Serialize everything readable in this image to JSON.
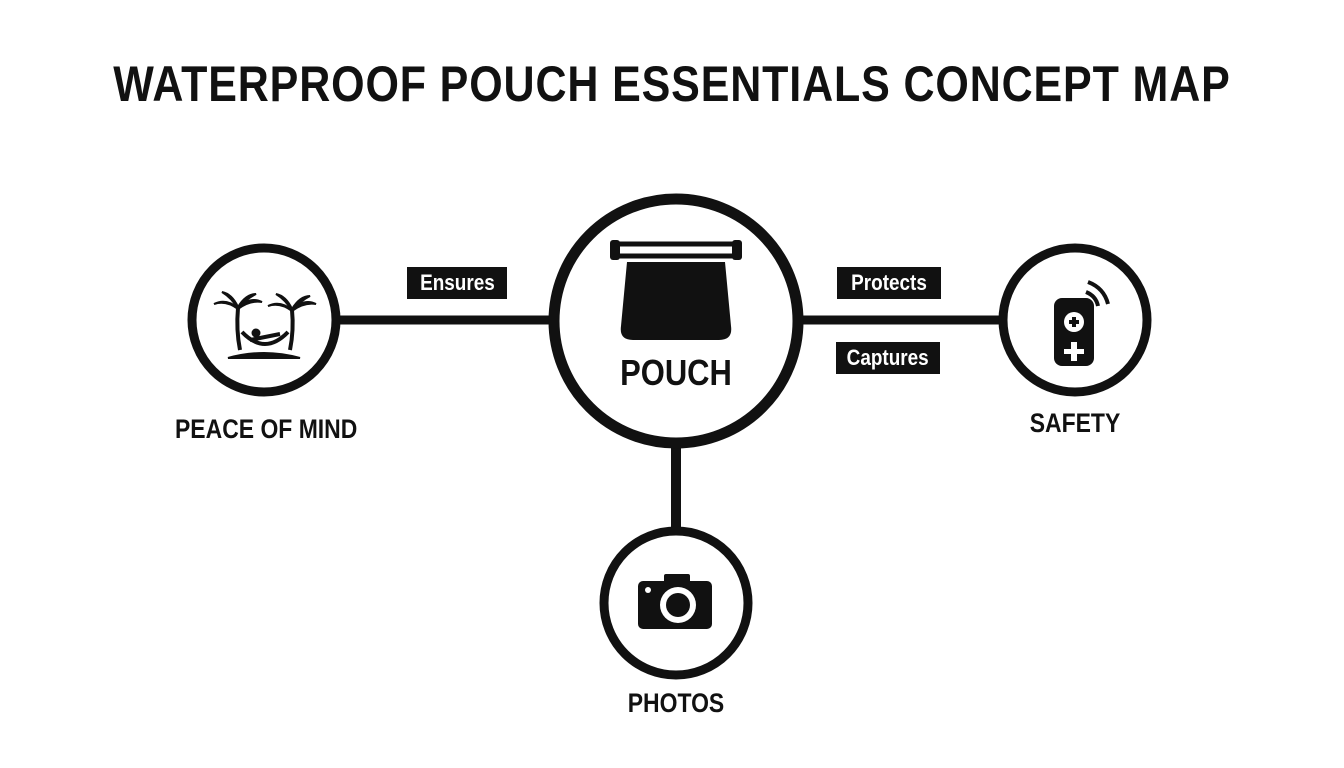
{
  "diagram": {
    "title": "WATERPROOF POUCH ESSENTIALS CONCEPT MAP",
    "center_node": {
      "label": "POUCH",
      "icon": "pouch-icon"
    },
    "nodes": {
      "peace_of_mind": {
        "label": "PEACE OF MIND",
        "icon": "beach-hammock-icon"
      },
      "safety": {
        "label": "SAFETY",
        "icon": "emergency-phone-icon"
      },
      "photos": {
        "label": "PHOTOS",
        "icon": "camera-icon"
      }
    },
    "edges": {
      "ensures": {
        "label": "Ensures",
        "from": "POUCH",
        "to": "PEACE OF MIND"
      },
      "protects": {
        "label": "Protects",
        "from": "POUCH",
        "to": "SAFETY"
      },
      "captures": {
        "label": "Captures",
        "from": "POUCH",
        "to": "SAFETY"
      }
    },
    "colors": {
      "ink": "#111111",
      "background": "#ffffff"
    }
  }
}
